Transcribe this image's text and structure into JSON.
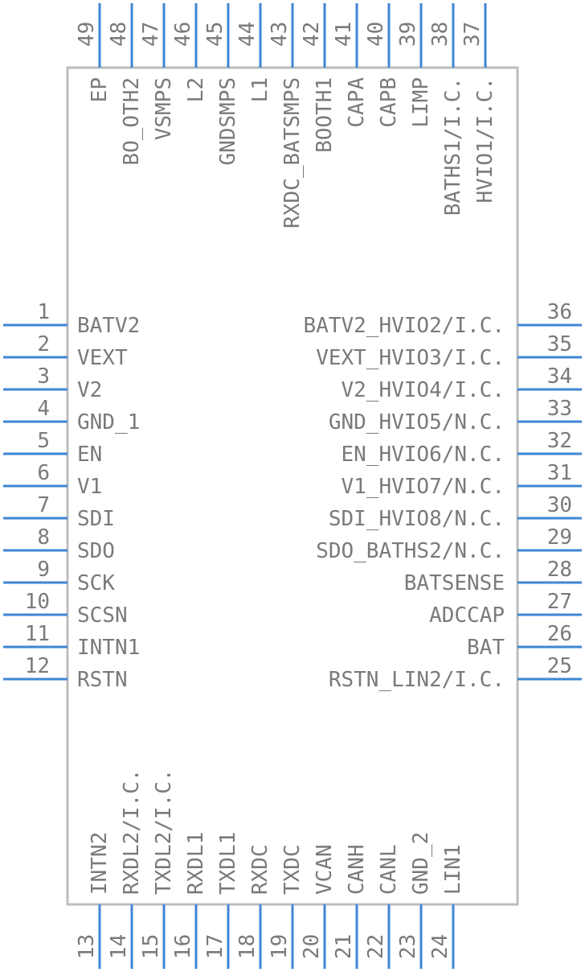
{
  "component": {
    "left_pins": [
      {
        "num": "1",
        "name": "BATV2"
      },
      {
        "num": "2",
        "name": "VEXT"
      },
      {
        "num": "3",
        "name": "V2"
      },
      {
        "num": "4",
        "name": "GND_1"
      },
      {
        "num": "5",
        "name": "EN"
      },
      {
        "num": "6",
        "name": "V1"
      },
      {
        "num": "7",
        "name": "SDI"
      },
      {
        "num": "8",
        "name": "SDO"
      },
      {
        "num": "9",
        "name": "SCK"
      },
      {
        "num": "10",
        "name": "SCSN"
      },
      {
        "num": "11",
        "name": "INTN1"
      },
      {
        "num": "12",
        "name": "RSTN"
      }
    ],
    "bottom_pins": [
      {
        "num": "13",
        "name": "INTN2"
      },
      {
        "num": "14",
        "name": "RXDL2/I.C."
      },
      {
        "num": "15",
        "name": "TXDL2/I.C."
      },
      {
        "num": "16",
        "name": "RXDL1"
      },
      {
        "num": "17",
        "name": "TXDL1"
      },
      {
        "num": "18",
        "name": "RXDC"
      },
      {
        "num": "19",
        "name": "TXDC"
      },
      {
        "num": "20",
        "name": "VCAN"
      },
      {
        "num": "21",
        "name": "CANH"
      },
      {
        "num": "22",
        "name": "CANL"
      },
      {
        "num": "23",
        "name": "GND_2"
      },
      {
        "num": "24",
        "name": "LIN1"
      }
    ],
    "right_pins": [
      {
        "num": "36",
        "name": "BATV2_HVIO2/I.C."
      },
      {
        "num": "35",
        "name": "VEXT_HVIO3/I.C."
      },
      {
        "num": "34",
        "name": "V2_HVIO4/I.C."
      },
      {
        "num": "33",
        "name": "GND_HVIO5/N.C."
      },
      {
        "num": "32",
        "name": "EN_HVIO6/N.C."
      },
      {
        "num": "31",
        "name": "V1_HVIO7/N.C."
      },
      {
        "num": "30",
        "name": "SDI_HVIO8/N.C."
      },
      {
        "num": "29",
        "name": "SDO_BATHS2/N.C."
      },
      {
        "num": "28",
        "name": "BATSENSE"
      },
      {
        "num": "27",
        "name": "ADCCAP"
      },
      {
        "num": "26",
        "name": "BAT"
      },
      {
        "num": "25",
        "name": "RSTN_LIN2/I.C."
      }
    ],
    "top_pins": [
      {
        "num": "49",
        "name": "EP"
      },
      {
        "num": "48",
        "name": "BO_OTH2"
      },
      {
        "num": "47",
        "name": "VSMPS"
      },
      {
        "num": "46",
        "name": "L2"
      },
      {
        "num": "45",
        "name": "GNDSMPS"
      },
      {
        "num": "44",
        "name": "L1"
      },
      {
        "num": "43",
        "name": "RXDC_BATSMPS"
      },
      {
        "num": "42",
        "name": "BOOTH1"
      },
      {
        "num": "41",
        "name": "CAPA"
      },
      {
        "num": "40",
        "name": "CAPB"
      },
      {
        "num": "39",
        "name": "LIMP"
      },
      {
        "num": "38",
        "name": "BATHS1/I.C."
      },
      {
        "num": "37",
        "name": "HVIO1/I.C."
      }
    ]
  }
}
